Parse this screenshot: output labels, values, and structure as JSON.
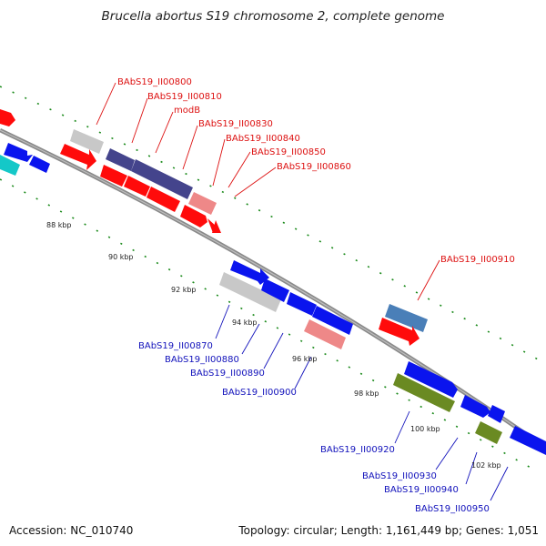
{
  "title": "Brucella abortus S19 chromosome 2, complete genome",
  "footer": {
    "accession": "Accession: NC_010740",
    "summary": "Topology: circular; Length: 1,161,449 bp; Genes: 1,051"
  },
  "colors": {
    "backbone": "#8a8a8a",
    "tick": "#1a8a1a",
    "label_red": "#dd1111",
    "label_blue": "#1111bb",
    "forward_blue": "#0a14ee",
    "reverse_red": "#ff0b0b",
    "gray_gene": "#c8c8c8",
    "purple_gene": "#44448c",
    "pink_gene": "#ee8888",
    "steel_gene": "#4a7fb8",
    "olive_gene": "#6a8a22",
    "cyan_gene": "#14c8c8"
  },
  "ticks": [
    "88 kbp",
    "90 kbp",
    "92 kbp",
    "94 kbp",
    "96 kbp",
    "98 kbp",
    "100 kbp",
    "102 kbp"
  ],
  "labels_top": [
    "BAbS19_II00800",
    "BAbS19_II00810",
    "modB",
    "BAbS19_II00830",
    "BAbS19_II00840",
    "BAbS19_II00850",
    "BAbS19_II00860",
    "BAbS19_II00910"
  ],
  "labels_bottom": [
    "BAbS19_II00870",
    "BAbS19_II00880",
    "BAbS19_II00890",
    "BAbS19_II00900",
    "BAbS19_II00920",
    "BAbS19_II00930",
    "BAbS19_II00940",
    "BAbS19_II00950"
  ]
}
